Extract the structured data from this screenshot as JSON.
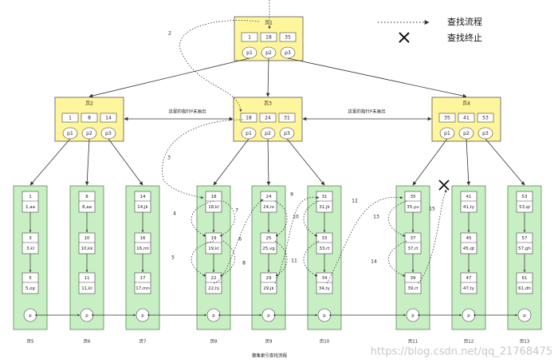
{
  "legend": {
    "search_flow": "查找流程",
    "search_stop": "查找终止"
  },
  "root": {
    "title": "页1",
    "keys": [
      "1",
      "18",
      "35"
    ],
    "pointers": [
      "p1",
      "p2",
      "p3"
    ]
  },
  "mid": [
    {
      "title": "页2",
      "keys": [
        "1",
        "8",
        "14"
      ],
      "pointers": [
        "p1",
        "p2",
        "p3"
      ]
    },
    {
      "title": "页3",
      "keys": [
        "18",
        "24",
        "31"
      ],
      "pointers": [
        "p1",
        "p2",
        "p3"
      ]
    },
    {
      "title": "页4",
      "keys": [
        "35",
        "41",
        "53"
      ],
      "pointers": [
        "p1",
        "p2",
        "p3"
      ]
    }
  ],
  "notes": {
    "left": "这里的指针P末画出",
    "right": "这里的指针P末画出"
  },
  "leaves": [
    {
      "title": "页5",
      "rows": [
        [
          "1",
          "1,aa"
        ],
        [
          "3",
          "3,kl"
        ],
        [
          "5",
          "5,op"
        ]
      ]
    },
    {
      "title": "页6",
      "rows": [
        [
          "8",
          "8,aa"
        ],
        [
          "10",
          "10,kk"
        ],
        [
          "11",
          "11,kl"
        ]
      ]
    },
    {
      "title": "页7",
      "rows": [
        [
          "14",
          "14,jk"
        ],
        [
          "16",
          "16,ml"
        ],
        [
          "17",
          "17,mn"
        ]
      ]
    },
    {
      "title": "页8",
      "rows": [
        [
          "18",
          "18,kl"
        ],
        [
          "19",
          "19,kl"
        ],
        [
          "22",
          "22,hj"
        ]
      ]
    },
    {
      "title": "页9",
      "rows": [
        [
          "24",
          "24,io"
        ],
        [
          "25",
          "25,vg"
        ],
        [
          "29",
          "29,jk"
        ]
      ]
    },
    {
      "title": "页10",
      "rows": [
        [
          "31",
          "31,jk"
        ],
        [
          "33",
          "33,rt"
        ],
        [
          "34",
          "34,ty"
        ]
      ]
    },
    {
      "title": "页11",
      "rows": [
        [
          "35",
          "35,yu"
        ],
        [
          "37",
          "37,rt"
        ],
        [
          "39",
          "39,rt"
        ]
      ]
    },
    {
      "title": "页12",
      "rows": [
        [
          "41",
          "41,ty"
        ],
        [
          "45",
          "45,qt"
        ],
        [
          "47",
          "47,ty"
        ]
      ]
    },
    {
      "title": "页13",
      "rows": [
        [
          "53",
          "53,qi"
        ],
        [
          "57",
          "57,gh"
        ],
        [
          "61",
          "61,dh"
        ]
      ]
    }
  ],
  "leaf_pointer": "p",
  "step_numbers": [
    "2",
    "3",
    "4",
    "5",
    "6",
    "7",
    "8",
    "9",
    "10",
    "11",
    "12",
    "13",
    "14",
    "15"
  ],
  "caption": "聚集索引查找流程",
  "watermark": "https://blog.csdn.net/qq_21768475",
  "colors": {
    "internal_fill": "#fff59d",
    "leaf_fill": "#c8eec3",
    "border": "#555555"
  }
}
